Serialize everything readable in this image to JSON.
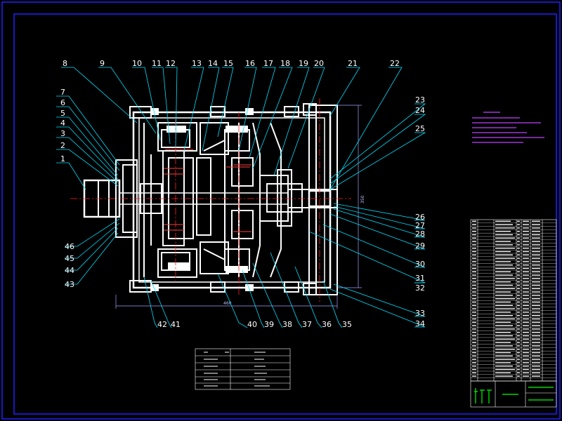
{
  "drawing": {
    "colors": {
      "background": "#000000",
      "frame": "#2020ff",
      "part_outline": "#ffffff",
      "leader": "#00e0ff",
      "dimension": "#a0a0ff",
      "centerline": "#ff2020",
      "notes": "#c040ff",
      "table_green": "#00ff00"
    },
    "callouts_left": [
      "7",
      "6",
      "5",
      "4",
      "3",
      "2",
      "1"
    ],
    "callouts_top": [
      "8",
      "9",
      "10",
      "11",
      "12",
      "13",
      "14",
      "15",
      "16",
      "17",
      "18",
      "19",
      "20",
      "21",
      "22"
    ],
    "callouts_right": [
      "23",
      "24",
      "25",
      "26",
      "27",
      "28",
      "29",
      "30",
      "31",
      "32",
      "33",
      "34"
    ],
    "callouts_bottom": [
      "42",
      "41",
      "40",
      "39",
      "38",
      "37",
      "36",
      "35"
    ],
    "callouts_lower_left": [
      "46",
      "45",
      "44",
      "43"
    ],
    "dimensions": {
      "overall_width": "460",
      "overall_height": "350"
    }
  }
}
